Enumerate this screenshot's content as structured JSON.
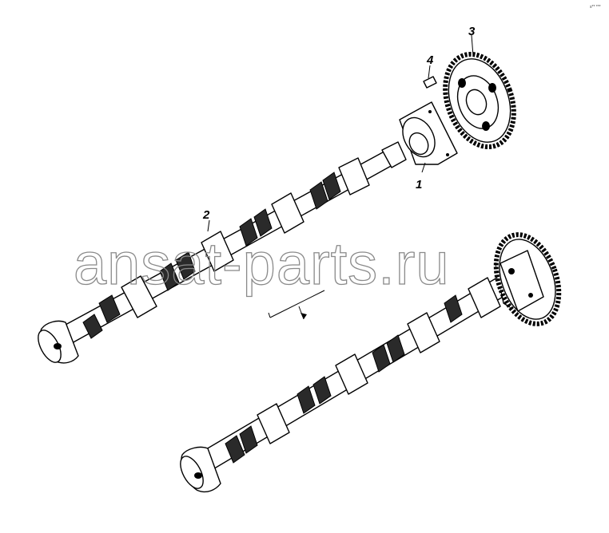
{
  "callouts": {
    "part1": "1",
    "part2": "2",
    "part3": "3",
    "part4": "4"
  },
  "watermark": "ansat-parts.ru",
  "corner_mark": "s** ***"
}
